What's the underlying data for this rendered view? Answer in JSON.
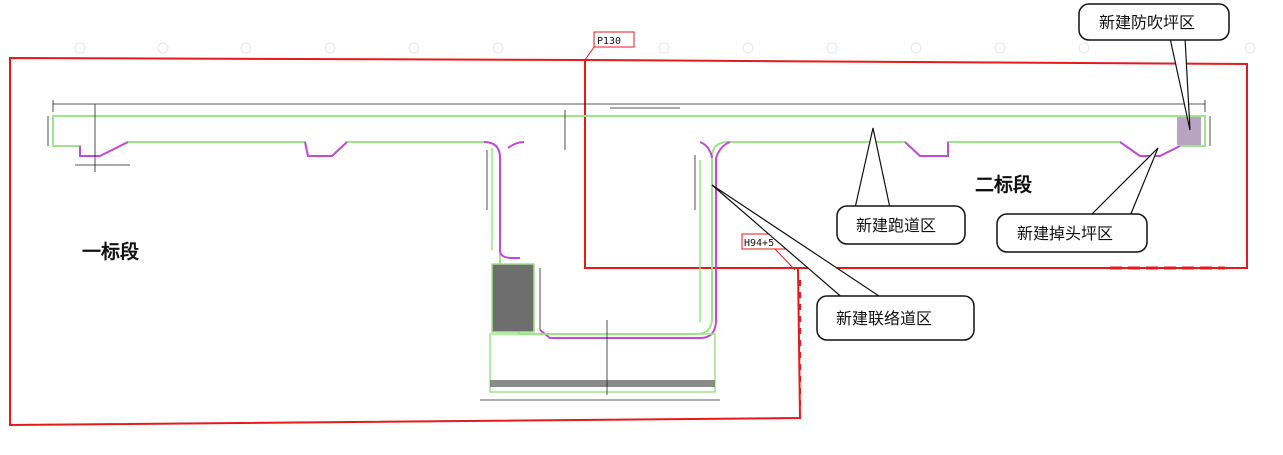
{
  "sections": {
    "section_one": "一标段",
    "section_two": "二标段"
  },
  "markers": {
    "p130": "P130",
    "h94": "H94+5"
  },
  "callouts": {
    "blast_pad": "新建防吹坪区",
    "runway": "新建跑道区",
    "turnaround": "新建掉头坪区",
    "connector": "新建联络道区"
  },
  "colors": {
    "boundary": "#e31b1b",
    "pavement_outline": "#9fe38a",
    "pavement_edge": "#c14bd6",
    "dimension": "#222222",
    "fill_dark": "#6e6e6e"
  }
}
